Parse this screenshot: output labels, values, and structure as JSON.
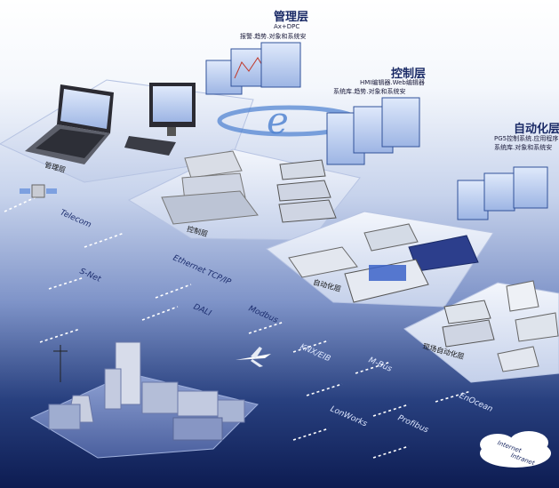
{
  "layers": {
    "management": {
      "title": "管理层",
      "line1": "Ax+DPC",
      "line2": "报警.趋势.对象和系统安"
    },
    "control": {
      "title": "控制层",
      "line1": "HMI编辑器.Web编辑器",
      "line2": "系统库.趋势.对象和系统安"
    },
    "automation": {
      "title": "自动化层",
      "line1": "PG5控制系统.应用程序",
      "line2": "系统库.对象和系统安"
    }
  },
  "tiers": {
    "management_station": "管理层",
    "control_panel": "控制层",
    "automation_ctrl": "自动化层",
    "field_auto": "现场自动化层"
  },
  "protocols": [
    "Telecom",
    "Ethernet TCP/IP",
    "S-Net",
    "DALI",
    "Modbus",
    "KNX/EIB",
    "M-Bus",
    "LonWorks",
    "Profibus",
    "EnOcean"
  ],
  "cloud": {
    "line1": "Internet",
    "line2": "Intranet"
  },
  "colors": {
    "navy": "#1a2a66",
    "deep": "#0d1c52",
    "screen_blue": "#6b8fd6",
    "platform": "#e8eef9"
  }
}
